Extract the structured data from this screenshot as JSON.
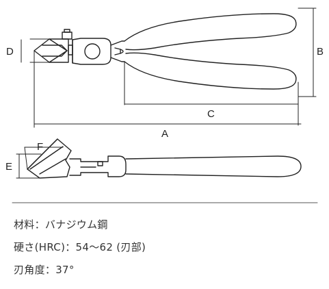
{
  "dimensions": {
    "a": "A",
    "b": "B",
    "c": "C",
    "d": "D",
    "e": "E",
    "f": "F"
  },
  "specs": {
    "material": "材料：バナジウム鋼",
    "hardness": "硬さ(HRC)：54〜62 (刃部)",
    "blade_angle": "刃角度：37°"
  },
  "colors": {
    "line": "#222222",
    "divider": "#555555"
  }
}
